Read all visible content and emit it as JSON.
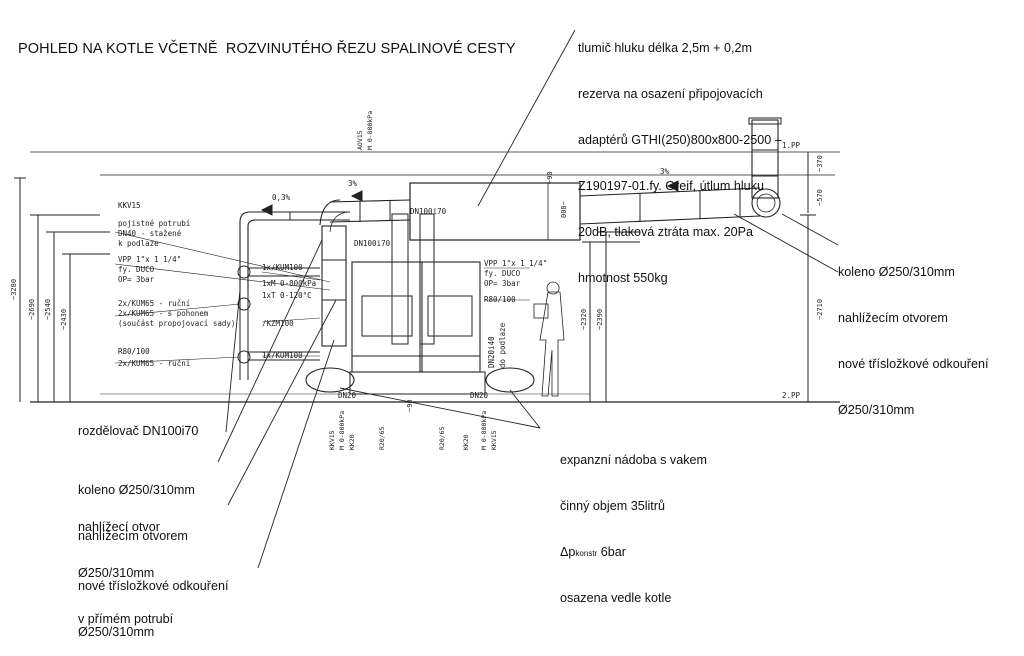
{
  "title": "POHLED NA KOTLE VČETNĚ  ROZVINUTÉHO ŘEZU SPALINOVÉ CESTY",
  "callouts": {
    "silencer": [
      "tlumič hluku délka 2,5m + 0,2m",
      "rezerva na osazení připojovacích",
      "adaptérů GTHI(250)800x800-2500 –",
      "Z190197-01.fy. Greif, útlum hluku",
      "20dB, tlaková ztráta max. 20Pa",
      "hmotnost 550kg"
    ],
    "elbow_right": [
      "koleno Ø250/310mm",
      "nahlížecím otvorem",
      "nové třísložkové odkouření",
      "Ø250/310mm"
    ],
    "distributor": "rozdělovač DN100i70",
    "elbow_left": [
      "koleno Ø250/310mm",
      "nahlížecím otvorem"
    ],
    "inspection": [
      "nahlížecí otvor",
      "Ø250/310mm",
      "v přímém potrubí"
    ],
    "flue_left": [
      "nové třísložkové odkouření",
      "Ø250/310mm"
    ],
    "expansion": [
      "expanzní nádoba s vakem",
      "činný objem 35litrů",
      "Δp",
      "konstr",
      " 6bar",
      "osazena vedle kotle"
    ]
  },
  "drawing": {
    "left_labels": [
      "KKV15",
      "pojistné potrubí",
      "DN40 - stažené",
      "k podlaze",
      "VPP 1\"x 1 1/4\"",
      "fy. DUCO",
      "OP= 3bar",
      "2x/KUM65 - ruční",
      "2x/KUM65 - s pohonem",
      "(součást propojovací sady)",
      "R80/100",
      "2x/KUM65 - ruční"
    ],
    "mid_labels": [
      "1x/KUM100",
      "1xM 0-800kPa",
      "1xT 0-120°C",
      "/KZM100",
      "1x/KUM100"
    ],
    "right_labels": [
      "VPP 1\"x 1 1/4\"",
      "fy. DUCO",
      "OP= 3bar",
      "R80/100"
    ],
    "dn_labels": [
      "DN100i70",
      "DN100i70",
      "DN20",
      "DN20",
      "DN20i40",
      "do podlaze"
    ],
    "bottom_vertical": [
      "KKV15",
      "M 0-800kPa",
      "KK20",
      "R20/65",
      "R20/65",
      "KK20",
      "M 0-800kPa",
      "KKV15"
    ],
    "aov": [
      "AOV15",
      "M 0-800kPa"
    ],
    "levels": [
      "1.PP",
      "2.PP"
    ],
    "slopes": [
      "0,3%",
      "3%",
      "3%"
    ],
    "dims_left": [
      "~3280",
      "~2690",
      "~2540",
      "~2430"
    ],
    "dims_right": [
      "~2320",
      "~2390",
      "~2710",
      "~370",
      "~570"
    ],
    "dims_misc": [
      "~90",
      "008~",
      "~90"
    ]
  }
}
